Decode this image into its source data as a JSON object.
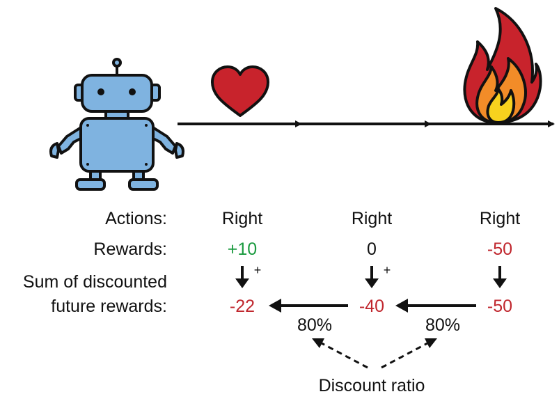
{
  "row_labels": {
    "actions": "Actions:",
    "rewards": "Rewards:",
    "sum_line1": "Sum of discounted",
    "sum_line2": "future rewards:"
  },
  "steps": [
    {
      "action": "Right",
      "reward": "+10",
      "reward_color": "#1a9a3f",
      "sum": "-22",
      "sum_color": "#c0262d",
      "plus": "+"
    },
    {
      "action": "Right",
      "reward": "0",
      "reward_color": "#111111",
      "sum": "-40",
      "sum_color": "#c0262d",
      "plus": "+"
    },
    {
      "action": "Right",
      "reward": "-50",
      "reward_color": "#c0262d",
      "sum": "-50",
      "sum_color": "#c0262d",
      "plus": ""
    }
  ],
  "discounts": [
    "80%",
    "80%"
  ],
  "discount_caption": "Discount ratio",
  "icons": [
    "robot-icon",
    "heart-icon",
    "fire-icon"
  ],
  "colors": {
    "robot": "#7fb3e0",
    "heart": "#c8232c",
    "fire_outer": "#c8232c",
    "fire_mid": "#f28c28",
    "fire_inner": "#f7d21e"
  }
}
